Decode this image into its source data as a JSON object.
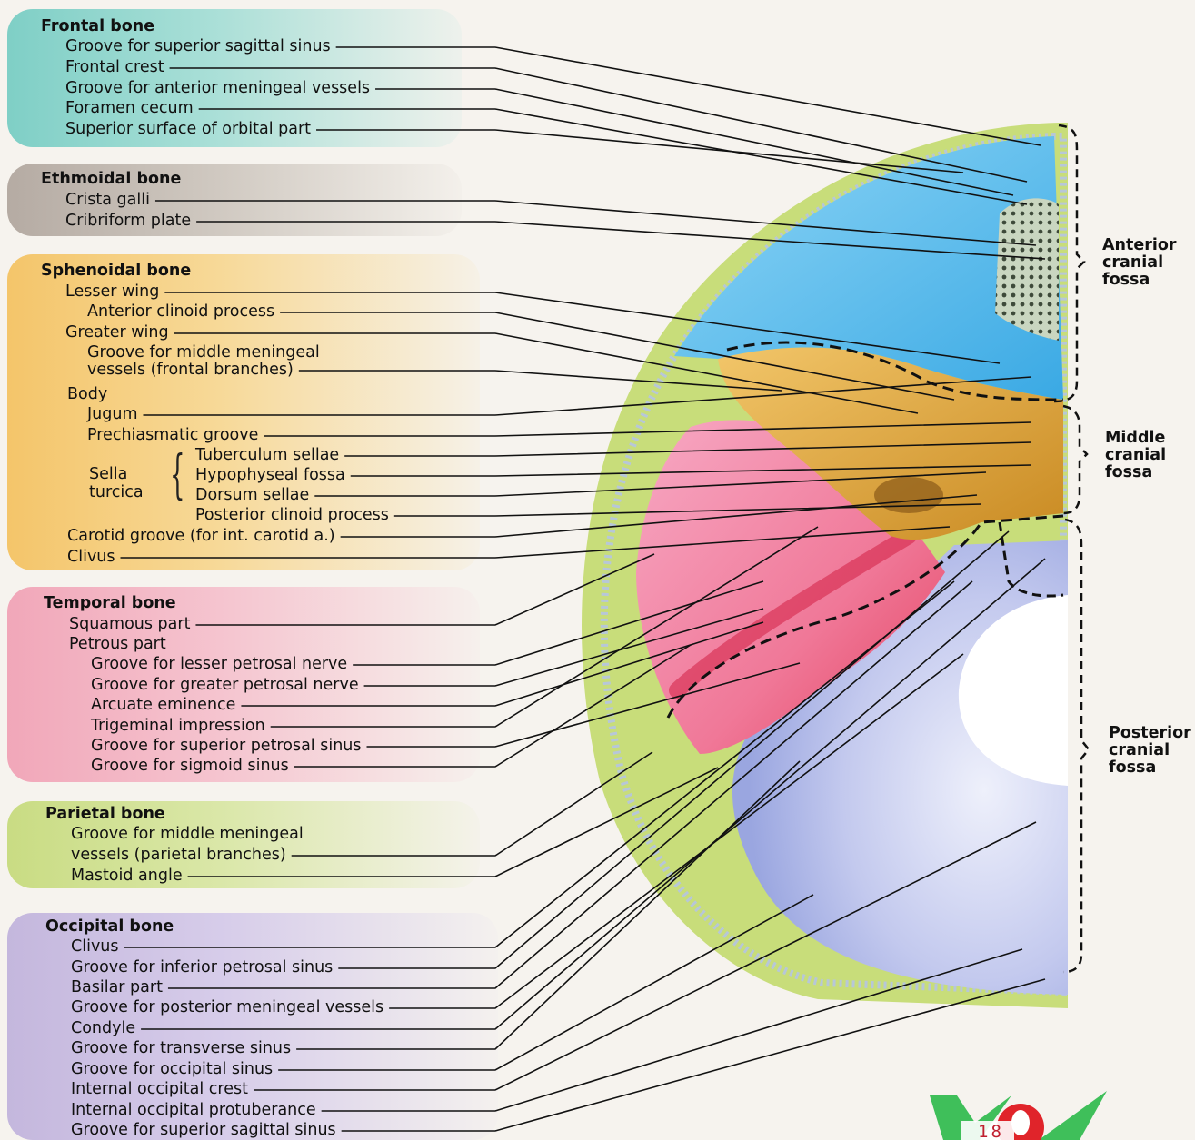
{
  "bones": [
    {
      "name": "Frontal bone",
      "items": [
        "Groove for superior sagittal sinus",
        "Frontal crest",
        "Groove for anterior meningeal vessels",
        "Foramen cecum",
        "Superior surface of orbital part"
      ]
    },
    {
      "name": "Ethmoidal bone",
      "items": [
        "Crista galli",
        "Cribriform plate"
      ]
    },
    {
      "name": "Sphenoidal bone",
      "items": [
        "Lesser wing",
        "Anterior clinoid process",
        "Greater wing",
        "Groove for middle meningeal",
        "vessels (frontal branches)",
        "Body",
        "Jugum",
        "Prechiasmatic groove",
        "Tuberculum sellae",
        "Hypophyseal fossa",
        "Dorsum sellae",
        "Posterior clinoid process",
        "Carotid groove (for int. carotid a.)",
        "Clivus"
      ]
    },
    {
      "name": "Temporal bone",
      "items": [
        "Squamous part",
        "Petrous part",
        "Groove for lesser petrosal nerve",
        "Groove for greater petrosal nerve",
        "Arcuate eminence",
        "Trigeminal impression",
        "Groove for superior petrosal sinus",
        "Groove for sigmoid sinus"
      ]
    },
    {
      "name": "Parietal bone",
      "items": [
        "Groove for middle meningeal",
        "vessels (parietal branches)",
        "Mastoid angle"
      ]
    },
    {
      "name": "Occipital bone",
      "items": [
        "Clivus",
        "Groove for inferior petrosal sinus",
        "Basilar part",
        "Groove for posterior meningeal vessels",
        "Condyle",
        "Groove for transverse sinus",
        "Groove for occipital sinus",
        "Internal occipital crest",
        "Internal occipital protuberance",
        "Groove for superior sagittal sinus"
      ]
    }
  ],
  "sella_turcica": [
    "Sella",
    "turcica"
  ],
  "fossae": [
    [
      "Anterior",
      "cranial",
      "fossa"
    ],
    [
      "Middle",
      "cranial",
      "fossa"
    ],
    [
      "Posterior",
      "cranial",
      "fossa"
    ]
  ],
  "logo": {
    "text": "18"
  },
  "colors": {
    "frontal": "#6ec3f0",
    "ethmoid": "#8f8f8f",
    "sphenoid": "#d9a23a",
    "temporal": "#f27ca0",
    "parietal": "#c6dc78",
    "occipital": "#aab4e6",
    "leader": "#111111",
    "logo_green": "#3fbf5a",
    "logo_red": "#e0242a"
  }
}
